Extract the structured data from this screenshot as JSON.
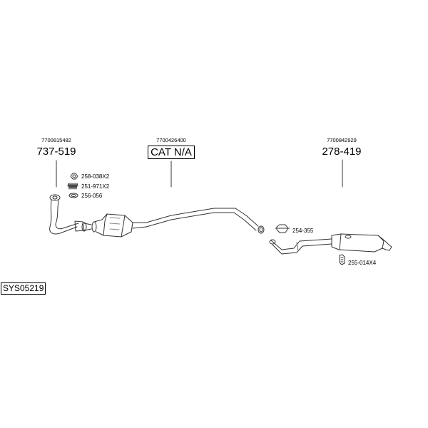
{
  "diagram": {
    "system_code": "SYS05219",
    "components": [
      {
        "oem": "7700815482",
        "part": "737-519"
      },
      {
        "oem": "7700426400",
        "part": "CAT N/A"
      },
      {
        "oem": "7700842929",
        "part": "278-419"
      }
    ],
    "fittings": [
      {
        "label": "258-038X2",
        "icon": "nut-icon"
      },
      {
        "label": "251-971X2",
        "icon": "spring-icon"
      },
      {
        "label": "256-056",
        "icon": "gasket-ring-icon"
      },
      {
        "label": "254-355",
        "icon": "clamp-icon"
      },
      {
        "label": "255-014X4",
        "icon": "hanger-bolt-icon"
      }
    ]
  }
}
